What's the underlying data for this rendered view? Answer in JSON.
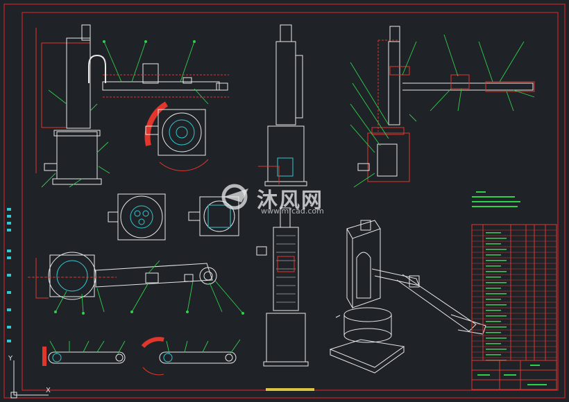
{
  "drawing": {
    "background": "#1f2328",
    "frame_color": "#c8242a",
    "line_colors": {
      "white": "#e8e8e8",
      "green": "#2fd04a",
      "cyan": "#34c8d0",
      "red": "#e0362c",
      "yellow": "#e6d34a"
    }
  },
  "watermark": {
    "text_cn": "沐风网",
    "url": "www.mfcad.com"
  },
  "ucs": {
    "y_label": "Y",
    "x_label": "X"
  }
}
